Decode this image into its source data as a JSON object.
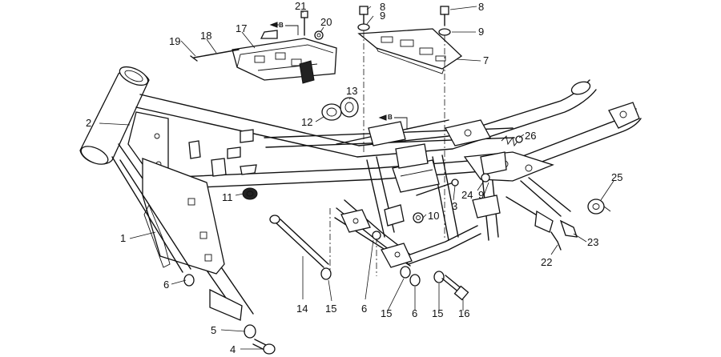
{
  "callouts": {
    "c1": "1",
    "c2": "2",
    "c3": "3",
    "c4": "4",
    "c5": "5",
    "c6a": "6",
    "c6b": "6",
    "c6c": "6",
    "c7": "7",
    "c8a": "8",
    "c8b": "8",
    "c9a": "9",
    "c9b": "9",
    "c9c": "9",
    "c10": "10",
    "c11": "11",
    "c12": "12",
    "c13": "13",
    "c14": "14",
    "c15a": "15",
    "c15b": "15",
    "c15c": "15",
    "c16": "16",
    "c17": "17",
    "c18": "18",
    "c19": "19",
    "c20": "20",
    "c21": "21",
    "c22": "22",
    "c23": "23",
    "c24": "24",
    "c25": "25",
    "c26": "26"
  },
  "markers": {
    "b_upper": "B",
    "b_middle": "B"
  }
}
